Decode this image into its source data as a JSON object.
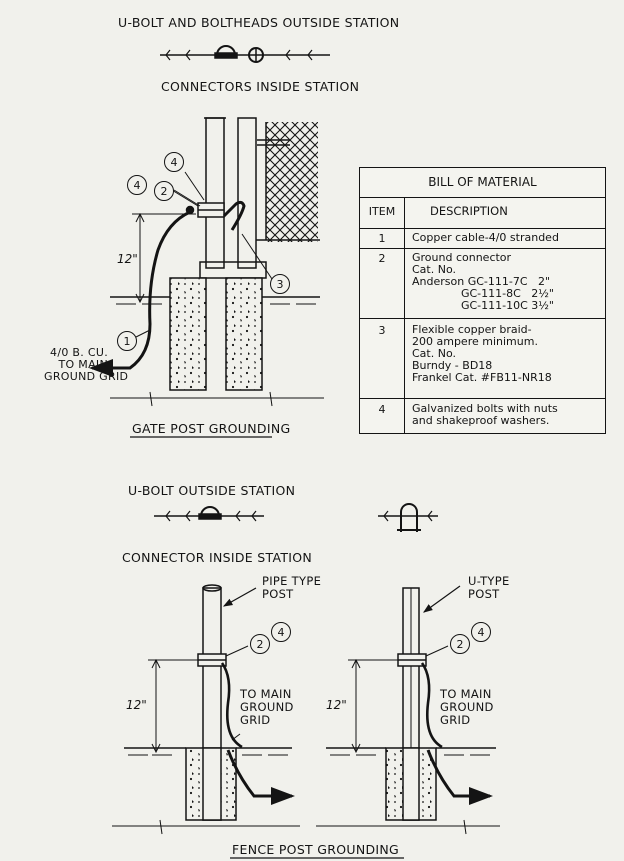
{
  "titles": {
    "top_ubolt": "U-BOLT AND BOLTHEADS OUTSIDE STATION",
    "top_connectors": "CONNECTORS INSIDE STATION",
    "gate_caption": "GATE POST GROUNDING",
    "mid_ubolt": "U-BOLT OUTSIDE STATION",
    "mid_connector": "CONNECTOR INSIDE STATION",
    "fence_caption": "FENCE POST GROUNDING"
  },
  "gate": {
    "callouts": [
      "4",
      "4",
      "2",
      "3",
      "1"
    ],
    "dimension": "12\"",
    "cable_note": [
      "4/0 B. CU.",
      "TO MAIN",
      "GROUND GRID"
    ]
  },
  "fence_left": {
    "post_label": [
      "PIPE TYPE",
      "POST"
    ],
    "callouts": [
      "2",
      "4"
    ],
    "dimension": "12\"",
    "grid_label": [
      "TO MAIN",
      "GROUND",
      "GRID"
    ]
  },
  "fence_right": {
    "post_label": [
      "U-TYPE",
      "POST"
    ],
    "callouts": [
      "2",
      "4"
    ],
    "dimension": "12\"",
    "grid_label": [
      "TO MAIN",
      "GROUND",
      "GRID"
    ]
  },
  "bom": {
    "title": "BILL OF MATERIAL",
    "col_item": "ITEM",
    "col_desc": "DESCRIPTION",
    "rows": [
      {
        "item": "1",
        "desc": "Copper cable-4/0 stranded"
      },
      {
        "item": "2",
        "desc": "Ground connector\nCat. No.\nAnderson GC-111-7C   2\"\n              GC-111-8C   2½\"\n              GC-111-10C 3½\""
      },
      {
        "item": "3",
        "desc": "Flexible copper braid-\n200 ampere minimum.\nCat. No.\nBurndy - BD18\nFrankel Cat. #FB11-NR18"
      },
      {
        "item": "4",
        "desc": "Galvanized bolts with nuts\nand shakeproof washers."
      }
    ]
  }
}
